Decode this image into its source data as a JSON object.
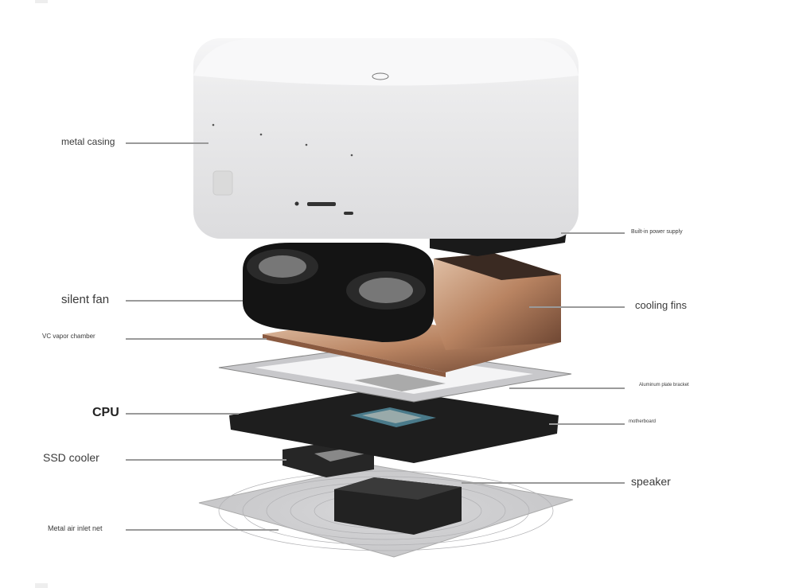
{
  "title": "Exploded view of mini PC components",
  "labels_left": [
    {
      "id": "metal-casing",
      "text": "metal casing"
    },
    {
      "id": "silent-fan",
      "text": "silent fan"
    },
    {
      "id": "vc-vapor-chamber",
      "text": "VC vapor chamber"
    },
    {
      "id": "cpu",
      "text": "CPU"
    },
    {
      "id": "ssd-cooler",
      "text": "SSD cooler"
    },
    {
      "id": "metal-air-inlet-net",
      "text": "Metal air inlet net"
    }
  ],
  "labels_right": [
    {
      "id": "built-in-power-supply",
      "text": "Built-in power supply"
    },
    {
      "id": "cooling-fins",
      "text": "cooling fins"
    },
    {
      "id": "aluminum-plate-bracket",
      "text": "Aluminum plate bracket"
    },
    {
      "id": "motherboard",
      "text": "motherboard"
    },
    {
      "id": "speaker",
      "text": "speaker"
    }
  ],
  "colors": {
    "line": "#9a9a9a",
    "casing": "#e9e9ea",
    "copper": "#c89a78",
    "dark": "#1c1c1c"
  }
}
